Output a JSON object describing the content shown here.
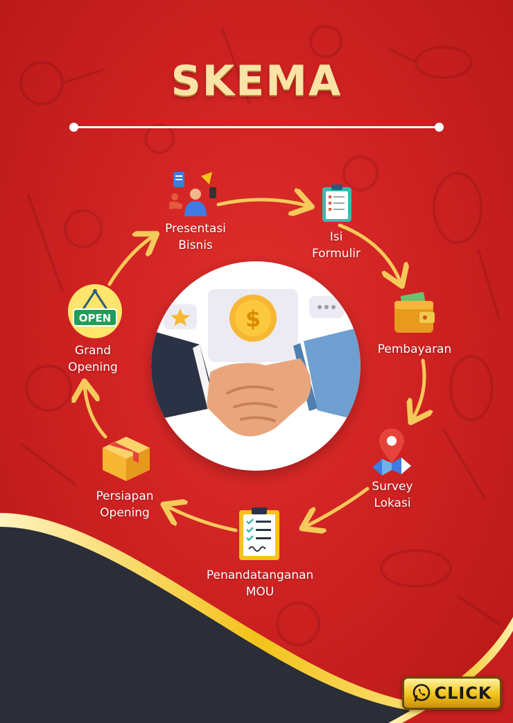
{
  "title": "SKEMA",
  "steps": [
    {
      "label": "Presentasi\nBisnis",
      "icon": "presentation-icon"
    },
    {
      "label": "Isi\nFormulir",
      "icon": "clipboard-form-icon"
    },
    {
      "label": "Pembayaran",
      "icon": "wallet-icon"
    },
    {
      "label": "Survey\nLokasi",
      "icon": "map-pin-icon"
    },
    {
      "label": "Penandatanganan\nMOU",
      "icon": "signed-document-icon"
    },
    {
      "label": "Persiapan\nOpening",
      "icon": "box-icon"
    },
    {
      "label": "Grand\nOpening",
      "icon": "open-sign-icon"
    }
  ],
  "center_sign": "OPEN",
  "cta": {
    "label": "CLICK",
    "icon": "whatsapp-icon"
  },
  "colors": {
    "background": "#cf2222",
    "title": "#fbe3a6",
    "arrow": "#f6c95b",
    "dark_wave": "#2b2d38",
    "gold": "#f3c21b"
  }
}
